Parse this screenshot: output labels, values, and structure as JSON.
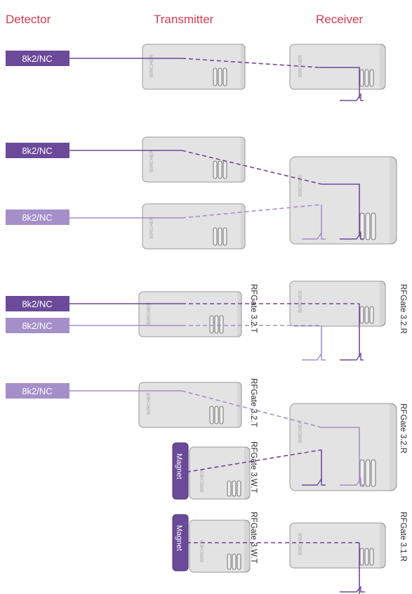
{
  "headers": {
    "detector": "Detector",
    "transmitter": "Transmitter",
    "receiver": "Receiver"
  },
  "brand": "BIRCHER",
  "detector_label": "8k2/NC",
  "magnet_label": "Magnet",
  "models": {
    "t32": "RFGate 3.2.T",
    "r32": "RFGate 3.2.R",
    "w3t": "RFGate 3.W.T",
    "r31": "RFGate 3.1.R"
  },
  "colors": {
    "header": "#d63a52",
    "dark": "#6b4a9a",
    "light": "#a58fc9",
    "device": "#e3e3e3"
  }
}
